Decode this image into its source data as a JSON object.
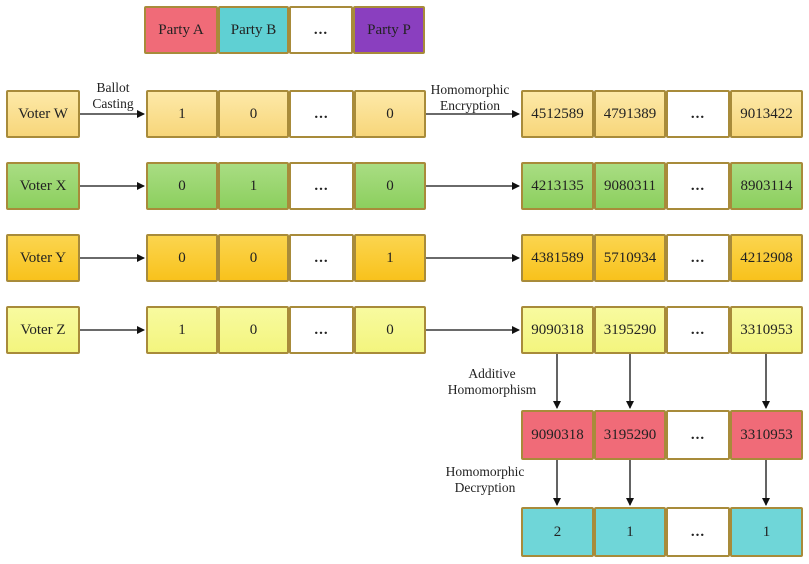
{
  "parties": [
    "Party A",
    "Party B",
    "...",
    "Party P"
  ],
  "labels": {
    "ballot_casting": [
      "Ballot",
      "Casting"
    ],
    "homomorphic_encryption": "Homomorphic Encryption",
    "additive_homomorphism": [
      "Additive",
      "Homomorphism"
    ],
    "homomorphic_decryption": [
      "Homomorphic",
      "Decryption"
    ]
  },
  "voters": [
    {
      "name": "Voter W",
      "ballot": [
        "1",
        "0",
        "...",
        "0"
      ],
      "encrypted": [
        "4512589",
        "4791389",
        "...",
        "9013422"
      ],
      "fill": "#f7d67a",
      "fill2": "#fde9a8"
    },
    {
      "name": "Voter X",
      "ballot": [
        "0",
        "1",
        "...",
        "0"
      ],
      "encrypted": [
        "4213135",
        "9080311",
        "...",
        "8903114"
      ],
      "fill": "#8ccf5e",
      "fill2": "#a9dd83"
    },
    {
      "name": "Voter Y",
      "ballot": [
        "0",
        "0",
        "...",
        "1"
      ],
      "encrypted": [
        "4381589",
        "5710934",
        "...",
        "4212908"
      ],
      "fill": "#f8c21c",
      "fill2": "#fbd54f"
    },
    {
      "name": "Voter Z",
      "ballot": [
        "1",
        "0",
        "...",
        "0"
      ],
      "encrypted": [
        "9090318",
        "3195290",
        "...",
        "3310953"
      ],
      "fill": "#f3f57e",
      "fill2": "#f8fa9f"
    }
  ],
  "sum_row": [
    "9090318",
    "3195290",
    "...",
    "3310953"
  ],
  "result_row": [
    "2",
    "1",
    "...",
    "1"
  ],
  "colors": {
    "party_a": "#f06b78",
    "party_b": "#5fd0d3",
    "party_p": "#8a3fbf",
    "sum_fill": "#f06b78",
    "result_fill": "#6fd6d8",
    "border": "#a88b3a",
    "dots_fill": "#ffffff"
  }
}
